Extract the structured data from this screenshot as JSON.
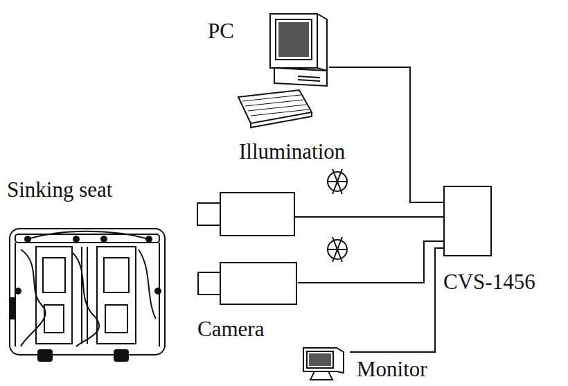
{
  "diagram": {
    "nodes": [
      {
        "text": [
          "PC"
        ]
      },
      {
        "text": [
          "Camera"
        ]
      },
      {
        "text": [
          "CVS-1456"
        ]
      },
      {
        "text": [
          "Monitor"
        ]
      }
    ],
    "edges": [
      {
        "from": 0,
        "to": 2,
        "arrow": "none"
      },
      {
        "from": 1,
        "to": 2,
        "arrow": "none"
      },
      {
        "from": 2,
        "to": 3,
        "arrow": "none"
      }
    ],
    "labels": [
      "Illumination",
      "Sinking seat"
    ]
  }
}
